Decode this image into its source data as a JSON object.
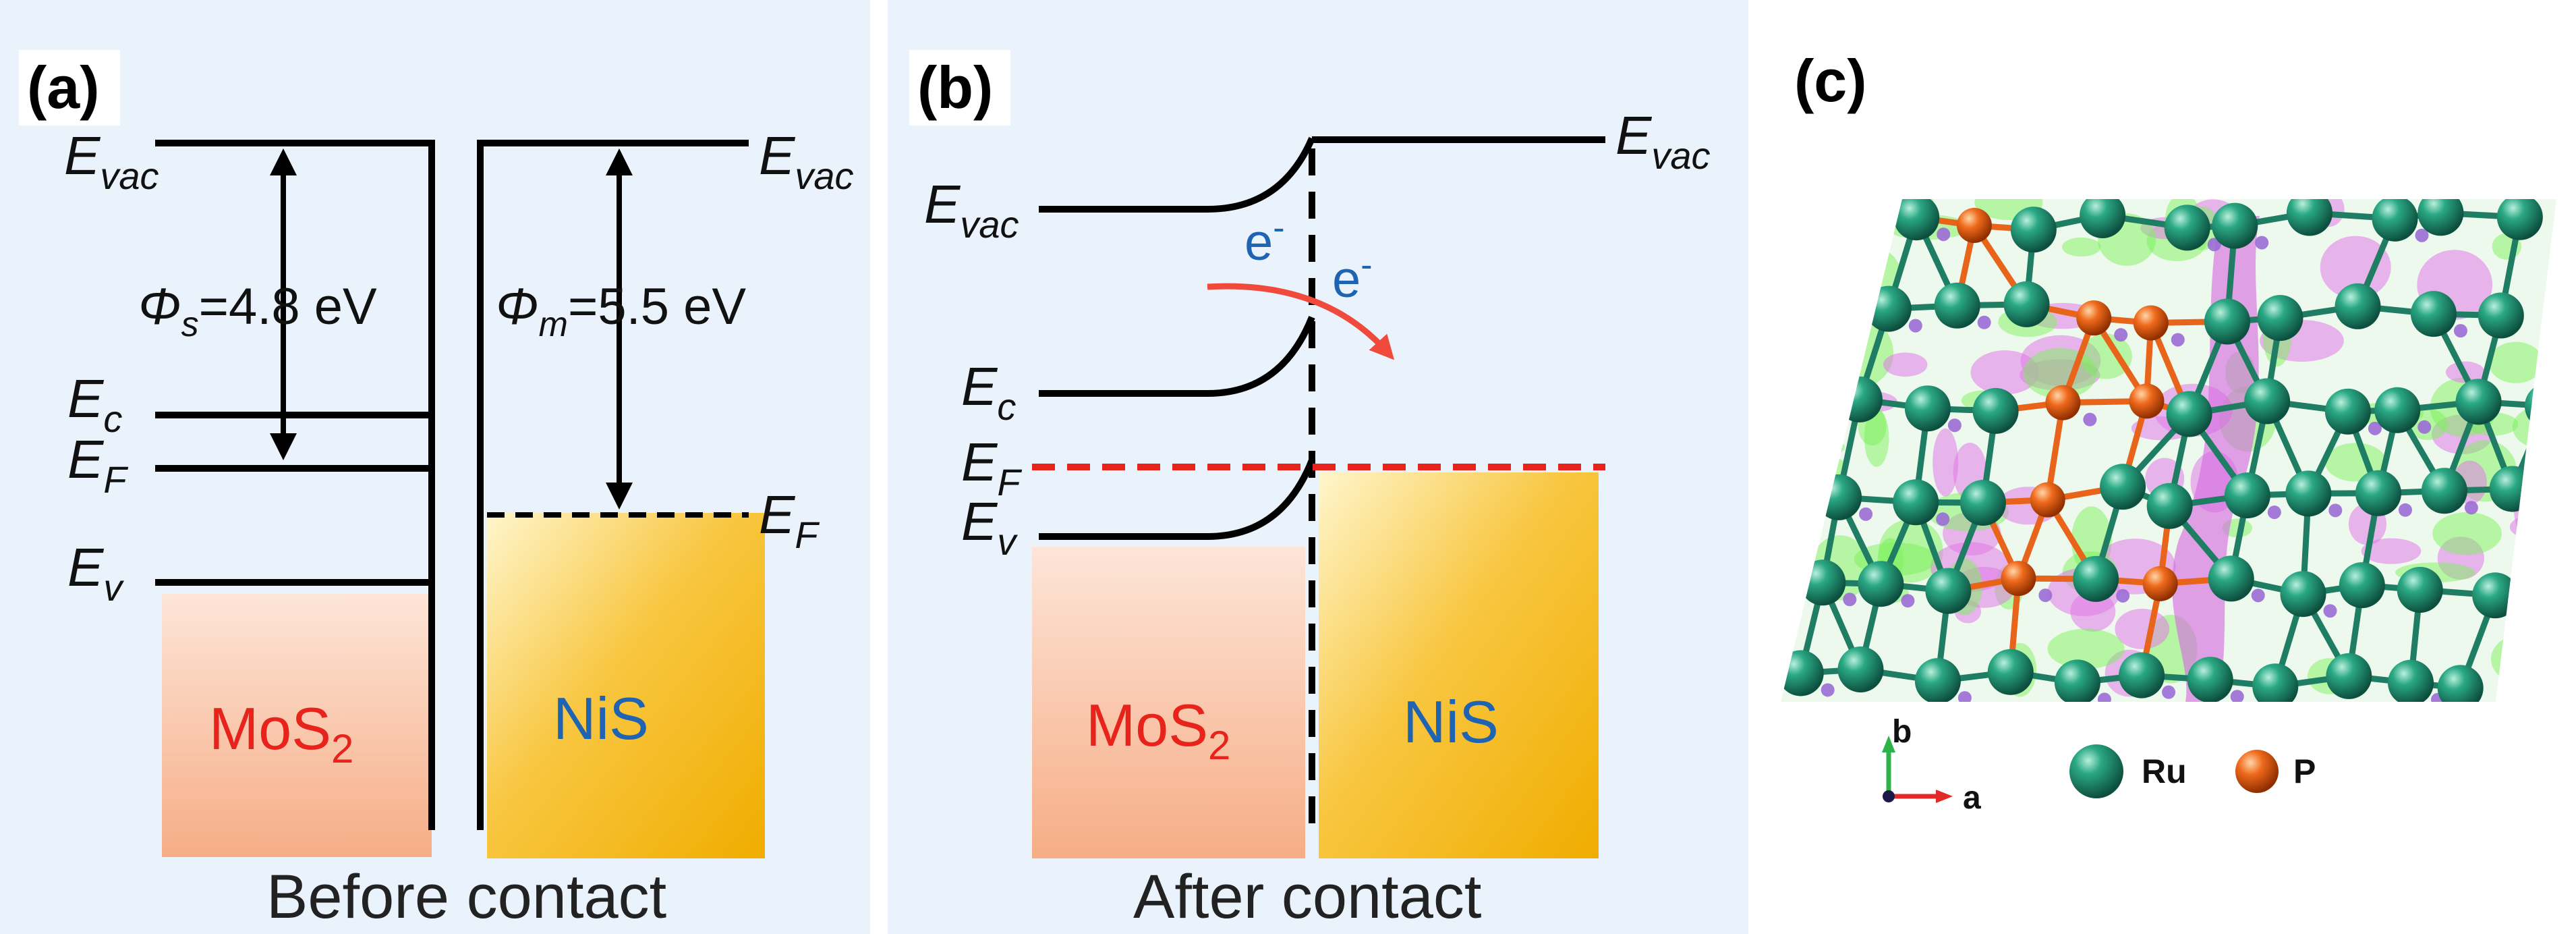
{
  "panel_a": {
    "label": "(a)",
    "caption": "Before contact",
    "levels": {
      "evac_left": "E",
      "evac_left_sub": "vac",
      "evac_right": "E",
      "evac_right_sub": "vac",
      "ec": "E",
      "ec_sub": "c",
      "ef_left": "E",
      "ef_left_sub": "F",
      "ef_right": "E",
      "ef_right_sub": "F",
      "ev": "E",
      "ev_sub": "v"
    },
    "phi_s": {
      "symbol": "Φ",
      "sub": "s",
      "value": "=4.8 eV"
    },
    "phi_m": {
      "symbol": "Φ",
      "sub": "m",
      "value": "=5.5 eV"
    },
    "semiconductor": {
      "text": "MoS",
      "sub": "2"
    },
    "metal": {
      "text": "NiS"
    }
  },
  "panel_b": {
    "label": "(b)",
    "caption": "After contact",
    "levels": {
      "evac_left": "E",
      "evac_left_sub": "vac",
      "evac_right": "E",
      "evac_right_sub": "vac",
      "ec": "E",
      "ec_sub": "c",
      "ef": "E",
      "ef_sub": "F",
      "ev": "E",
      "ev_sub": "v"
    },
    "electron_1": {
      "text": "e",
      "sup": "-"
    },
    "electron_2": {
      "text": "e",
      "sup": "-"
    },
    "semiconductor": {
      "text": "MoS",
      "sub": "2"
    },
    "metal": {
      "text": "NiS"
    }
  },
  "panel_c": {
    "label": "(c)",
    "axis_b": "b",
    "axis_a": "a",
    "legend": [
      {
        "label": "Ru",
        "color": "#1e8a6f"
      },
      {
        "label": "P",
        "color": "#e8641a"
      }
    ]
  },
  "colors": {
    "panel_bg": "#eaf2fb",
    "mos2_fill": "#f7b08a",
    "nis_fill": "#f2b200",
    "fermi_dashed": "#e8231c",
    "arrow_red": "#ef4a3c",
    "ru": "#1e8a6f",
    "p": "#e8641a",
    "iso_green": "#7cf25a",
    "iso_magenta": "#e07ae8"
  }
}
